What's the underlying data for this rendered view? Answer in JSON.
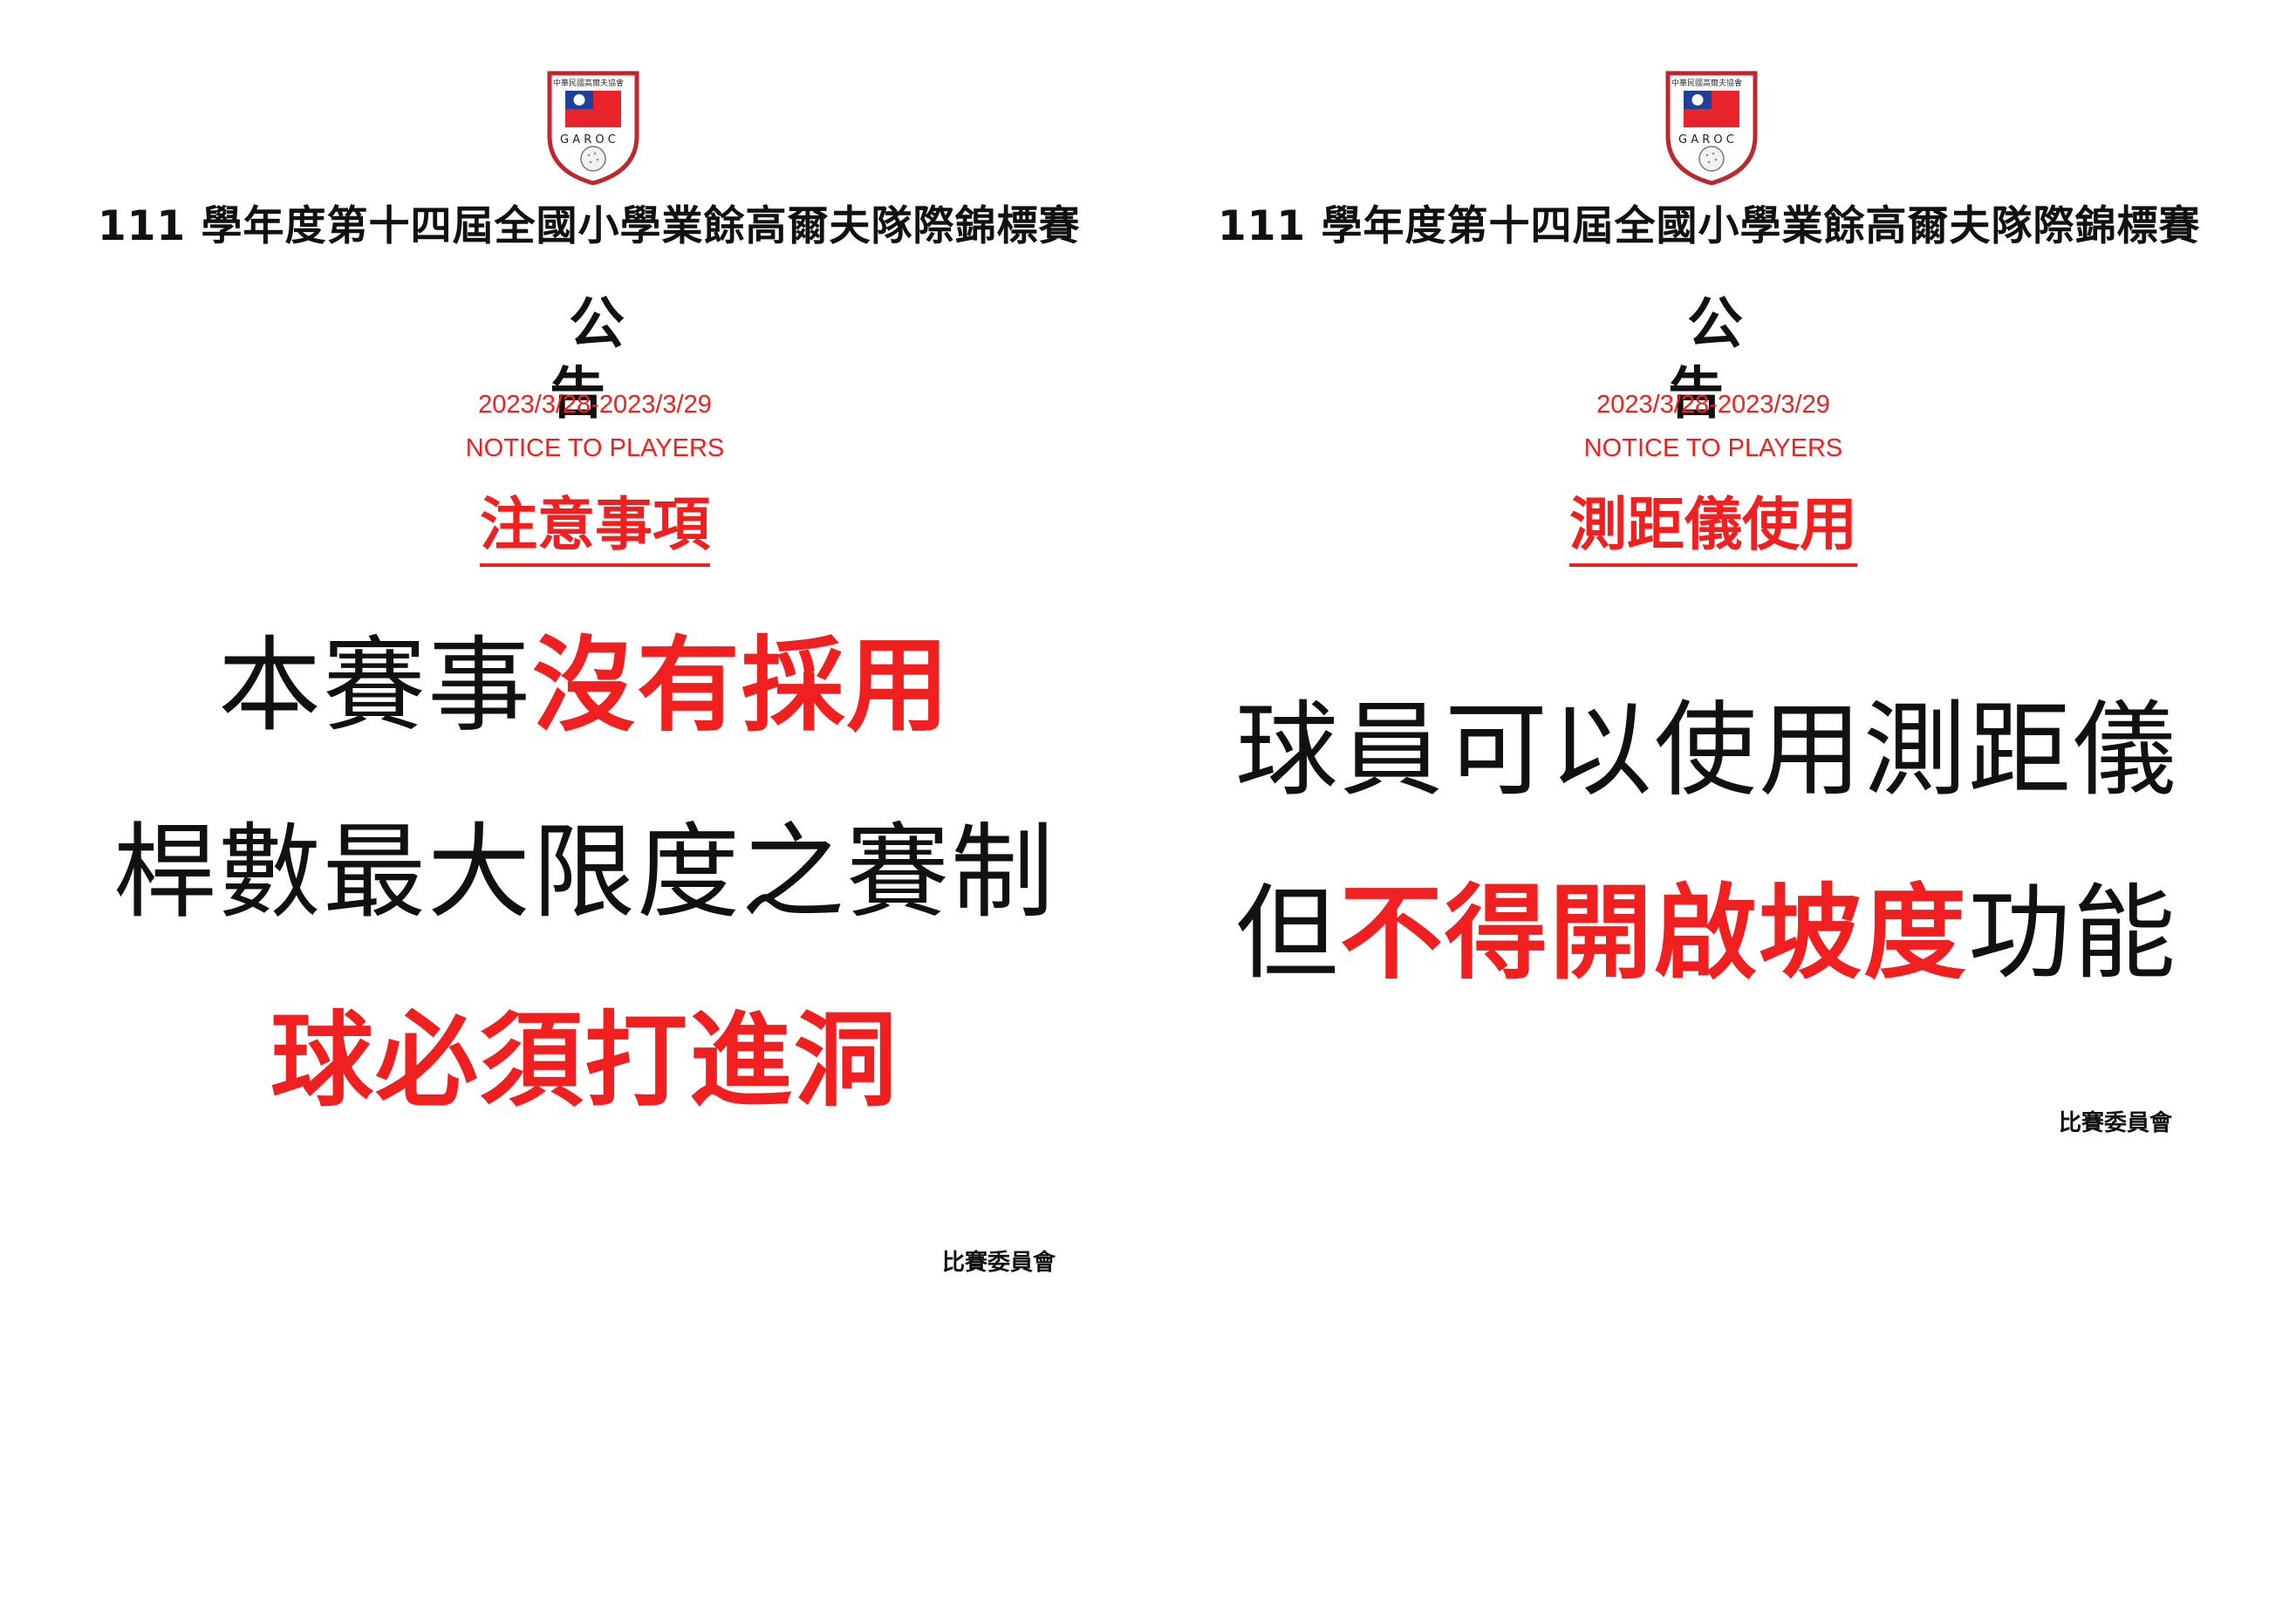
{
  "colors": {
    "accent_red": "#f02020",
    "text": "#111111",
    "background": "#ffffff"
  },
  "logo": {
    "icon": "garoc-emblem-icon",
    "letters": "G A R O C",
    "arc_text": "中華民國高爾夫協會"
  },
  "left": {
    "event_title": "111 學年度第十四屆全國小學業餘高爾夫隊際錦標賽",
    "heading": "公告",
    "date": "2023/3/28-2023/3/29",
    "notice_en": "NOTICE TO PLAYERS",
    "sub_heading": "注意事項",
    "line1_a": "本賽事",
    "line1_b": "沒有採用",
    "line2": "桿數最大限度之賽制",
    "line3": "球必須打進洞",
    "committee": "比賽委員會"
  },
  "right": {
    "event_title": "111 學年度第十四屆全國小學業餘高爾夫隊際錦標賽",
    "heading": "公告",
    "date": "2023/3/28-2023/3/29",
    "notice_en": "NOTICE TO PLAYERS",
    "sub_heading": "測距儀使用",
    "line1": "球員可以使用測距儀",
    "line2_a": "但",
    "line2_b": "不得開啟坡度",
    "line2_c": "功能",
    "committee": "比賽委員會"
  }
}
